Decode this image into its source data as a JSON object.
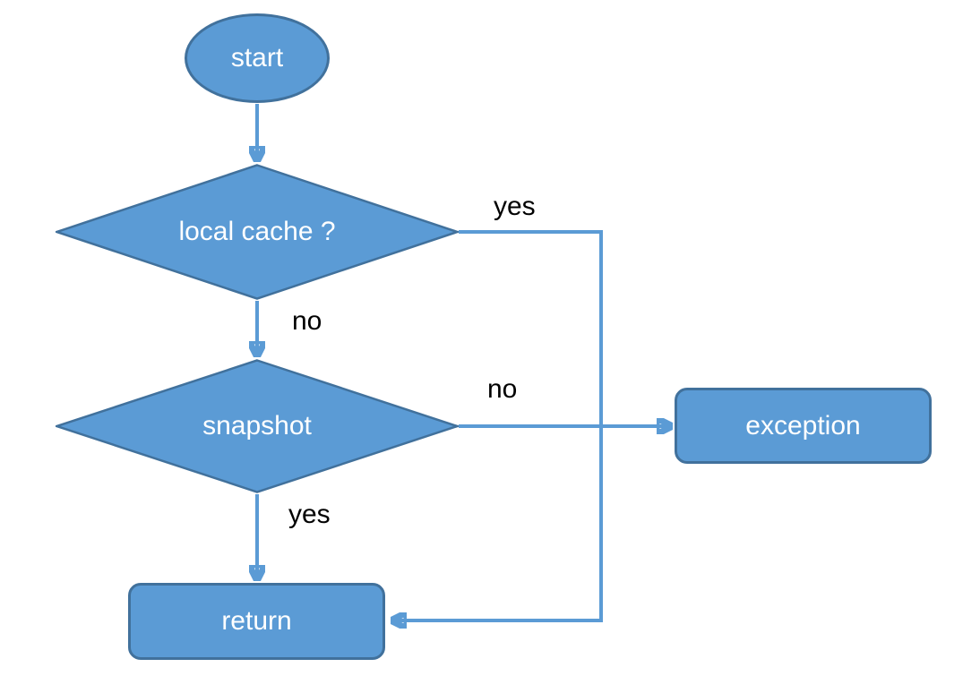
{
  "diagram": {
    "type": "flowchart",
    "nodes": [
      {
        "id": "start",
        "shape": "ellipse",
        "label": "start"
      },
      {
        "id": "local-cache",
        "shape": "diamond",
        "label": "local cache ?"
      },
      {
        "id": "snapshot",
        "shape": "diamond",
        "label": "snapshot"
      },
      {
        "id": "exception",
        "shape": "rounded-rect",
        "label": "exception"
      },
      {
        "id": "return",
        "shape": "rounded-rect",
        "label": "return"
      }
    ],
    "edges": [
      {
        "from": "start",
        "to": "local-cache",
        "label": ""
      },
      {
        "from": "local-cache",
        "to": "return",
        "label": "yes"
      },
      {
        "from": "local-cache",
        "to": "snapshot",
        "label": "no"
      },
      {
        "from": "snapshot",
        "to": "exception",
        "label": "no"
      },
      {
        "from": "snapshot",
        "to": "return",
        "label": "yes"
      }
    ],
    "colors": {
      "shape_fill": "#5B9BD5",
      "shape_border": "#41719C",
      "connector": "#5B9BD5",
      "node_text": "#FFFFFF",
      "edge_label_text": "#000000",
      "background": "#FFFFFF"
    }
  }
}
